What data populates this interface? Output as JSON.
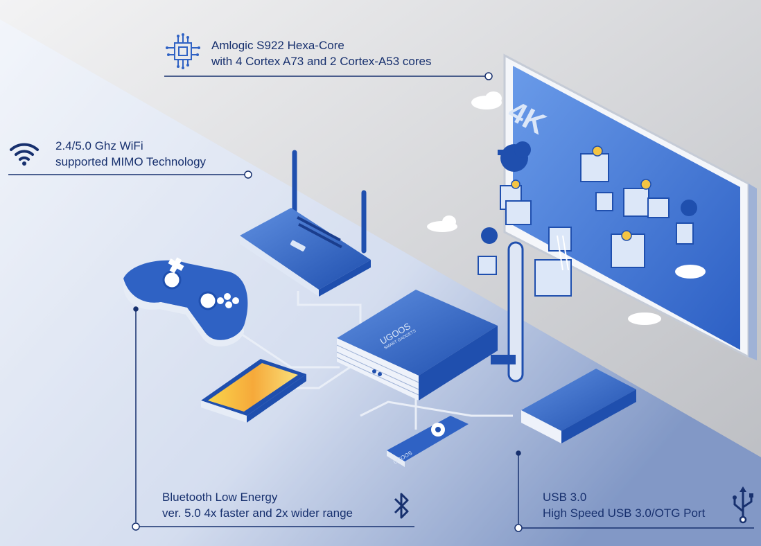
{
  "features": {
    "cpu": {
      "line1": "Amlogic S922 Hexa-Core",
      "line2": "with 4 Cortex A73 and 2 Cortex-A53 cores",
      "icon": "cpu-chip-icon"
    },
    "wifi": {
      "line1": "2.4/5.0 Ghz WiFi",
      "line2": "supported MIMO Technology",
      "icon": "wifi-icon"
    },
    "bluetooth": {
      "line1": "Bluetooth Low Energy",
      "line2": "ver. 5.0 4x faster and 2x wider range",
      "icon": "bluetooth-icon"
    },
    "usb": {
      "line1": "USB 3.0",
      "line2": "High Speed USB 3.0/OTG Port",
      "icon": "usb-icon"
    }
  },
  "screen": {
    "badge": "4K"
  },
  "device": {
    "brand": "UGOOS",
    "sub": "SMART GADGETS"
  },
  "remote": {
    "brand": "UGOOS"
  },
  "colors": {
    "text": "#17306e",
    "accent": "#2f62c4",
    "light": "#dbe6f7",
    "grey": "#c9cbd0",
    "yellow": "#f4c443"
  }
}
